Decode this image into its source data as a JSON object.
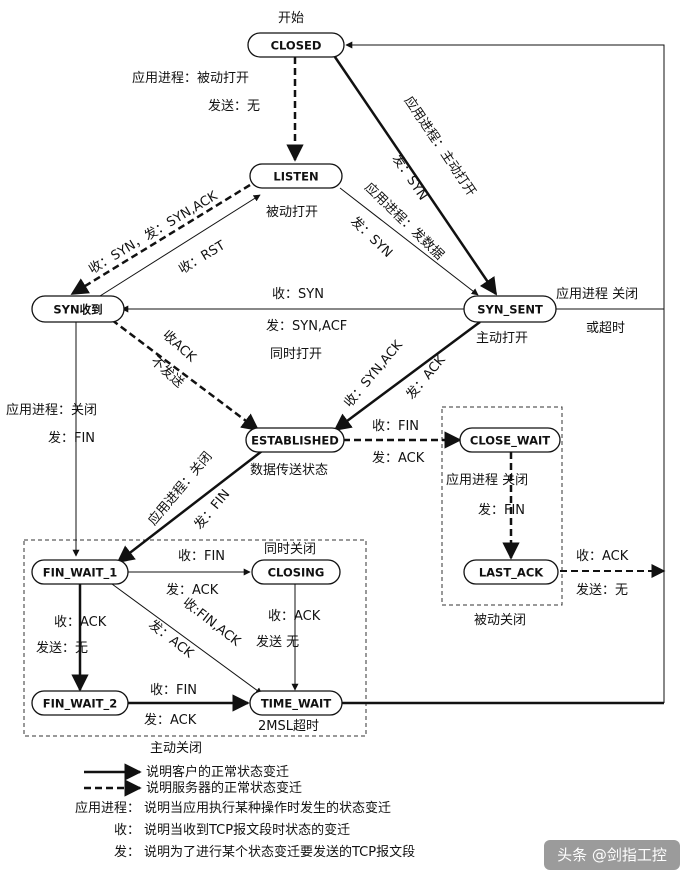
{
  "states": {
    "closed": "CLOSED",
    "listen": "LISTEN",
    "syn_rcvd": "SYN收到",
    "syn_sent": "SYN_SENT",
    "established": "ESTABLISHED",
    "close_wait": "CLOSE_WAIT",
    "last_ack": "LAST_ACK",
    "fin_wait_1": "FIN_WAIT_1",
    "closing": "CLOSING",
    "fin_wait_2": "FIN_WAIT_2",
    "time_wait": "TIME_WAIT"
  },
  "labels": {
    "start": "开始",
    "closed_to_listen_1": "应用进程：被动打开",
    "closed_to_listen_2": "发送：无",
    "listen_caption": "被动打开",
    "closed_to_synsent_1": "应用进程：主动打开",
    "closed_to_synsent_2": "发：SYN",
    "listen_to_synsent_1": "应用进程：发数据",
    "listen_to_synsent_2": "发：SYN",
    "listen_to_synrcvd": "收：SYN，发：SYN,ACK",
    "synrcvd_to_listen": "收：RST",
    "synsent_to_synrcvd_1": "收：SYN",
    "synsent_to_synrcvd_2": "发：SYN,ACF",
    "synsent_to_synrcvd_3": "同时打开",
    "synsent_close_1": "应用进程 关闭",
    "synsent_close_2": "或超时",
    "synsent_caption": "主动打开",
    "synrcvd_to_est_1": "收ACK",
    "synrcvd_to_est_2": "不发送",
    "synsent_to_est_1": "收：SYN,ACK",
    "synsent_to_est_2": "发：ACK",
    "synrcvd_to_fw1_1": "应用进程：关闭",
    "synrcvd_to_fw1_2": "发：FIN",
    "est_caption": "数据传送状态",
    "est_to_cw_1": "收：FIN",
    "est_to_cw_2": "发：ACK",
    "cw_to_la_1": "应用进程 关闭",
    "cw_to_la_2": "发：FIN",
    "la_out_1": "收：ACK",
    "la_out_2": "发送：无",
    "passive_close": "被动关闭",
    "est_to_fw1_1": "应用进程：关闭",
    "est_to_fw1_2": "发：FIN",
    "fw1_to_closing_1": "收：FIN",
    "fw1_to_closing_2": "发：ACK",
    "simultaneous_close": "同时关闭",
    "fw1_to_tw_1": "收:FIN,ACK",
    "fw1_to_tw_2": "发：ACK",
    "closing_to_tw_1": "收：ACK",
    "closing_to_tw_2": "发送 无",
    "fw1_to_fw2_1": "收：ACK",
    "fw1_to_fw2_2": "发送：无",
    "fw2_to_tw_1": "收：FIN",
    "fw2_to_tw_2": "发：ACK",
    "tw_caption": "2MSL超时",
    "active_close": "主动关闭"
  },
  "legend": {
    "client": "说明客户的正常状态变迁",
    "server": "说明服务器的正常状态变迁",
    "app_key": "应用进程：",
    "app_desc": "说明当应用执行某种操作时发生的状态变迁",
    "recv_key": "收：",
    "recv_desc": "说明当收到TCP报文段时状态的变迁",
    "send_key": "发：",
    "send_desc": "说明为了进行某个状态变迁要发送的TCP报文段"
  },
  "watermark": "头条 @剑指工控"
}
